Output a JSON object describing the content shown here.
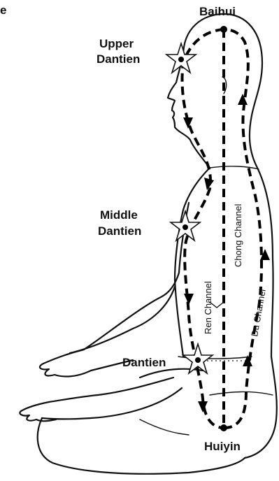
{
  "labels": {
    "top_left_fragment": "e",
    "baihui": "Baihui",
    "upper_dantien_line1": "Upper",
    "upper_dantien_line2": "Dantien",
    "middle_dantien_line1": "Middle",
    "middle_dantien_line2": "Dantien",
    "lower_dantien": "Dantien",
    "huiyin": "Huiyin"
  },
  "channels": {
    "chong": "Chong Channel",
    "ren": "Ren Channel",
    "du": "Du Channel"
  }
}
